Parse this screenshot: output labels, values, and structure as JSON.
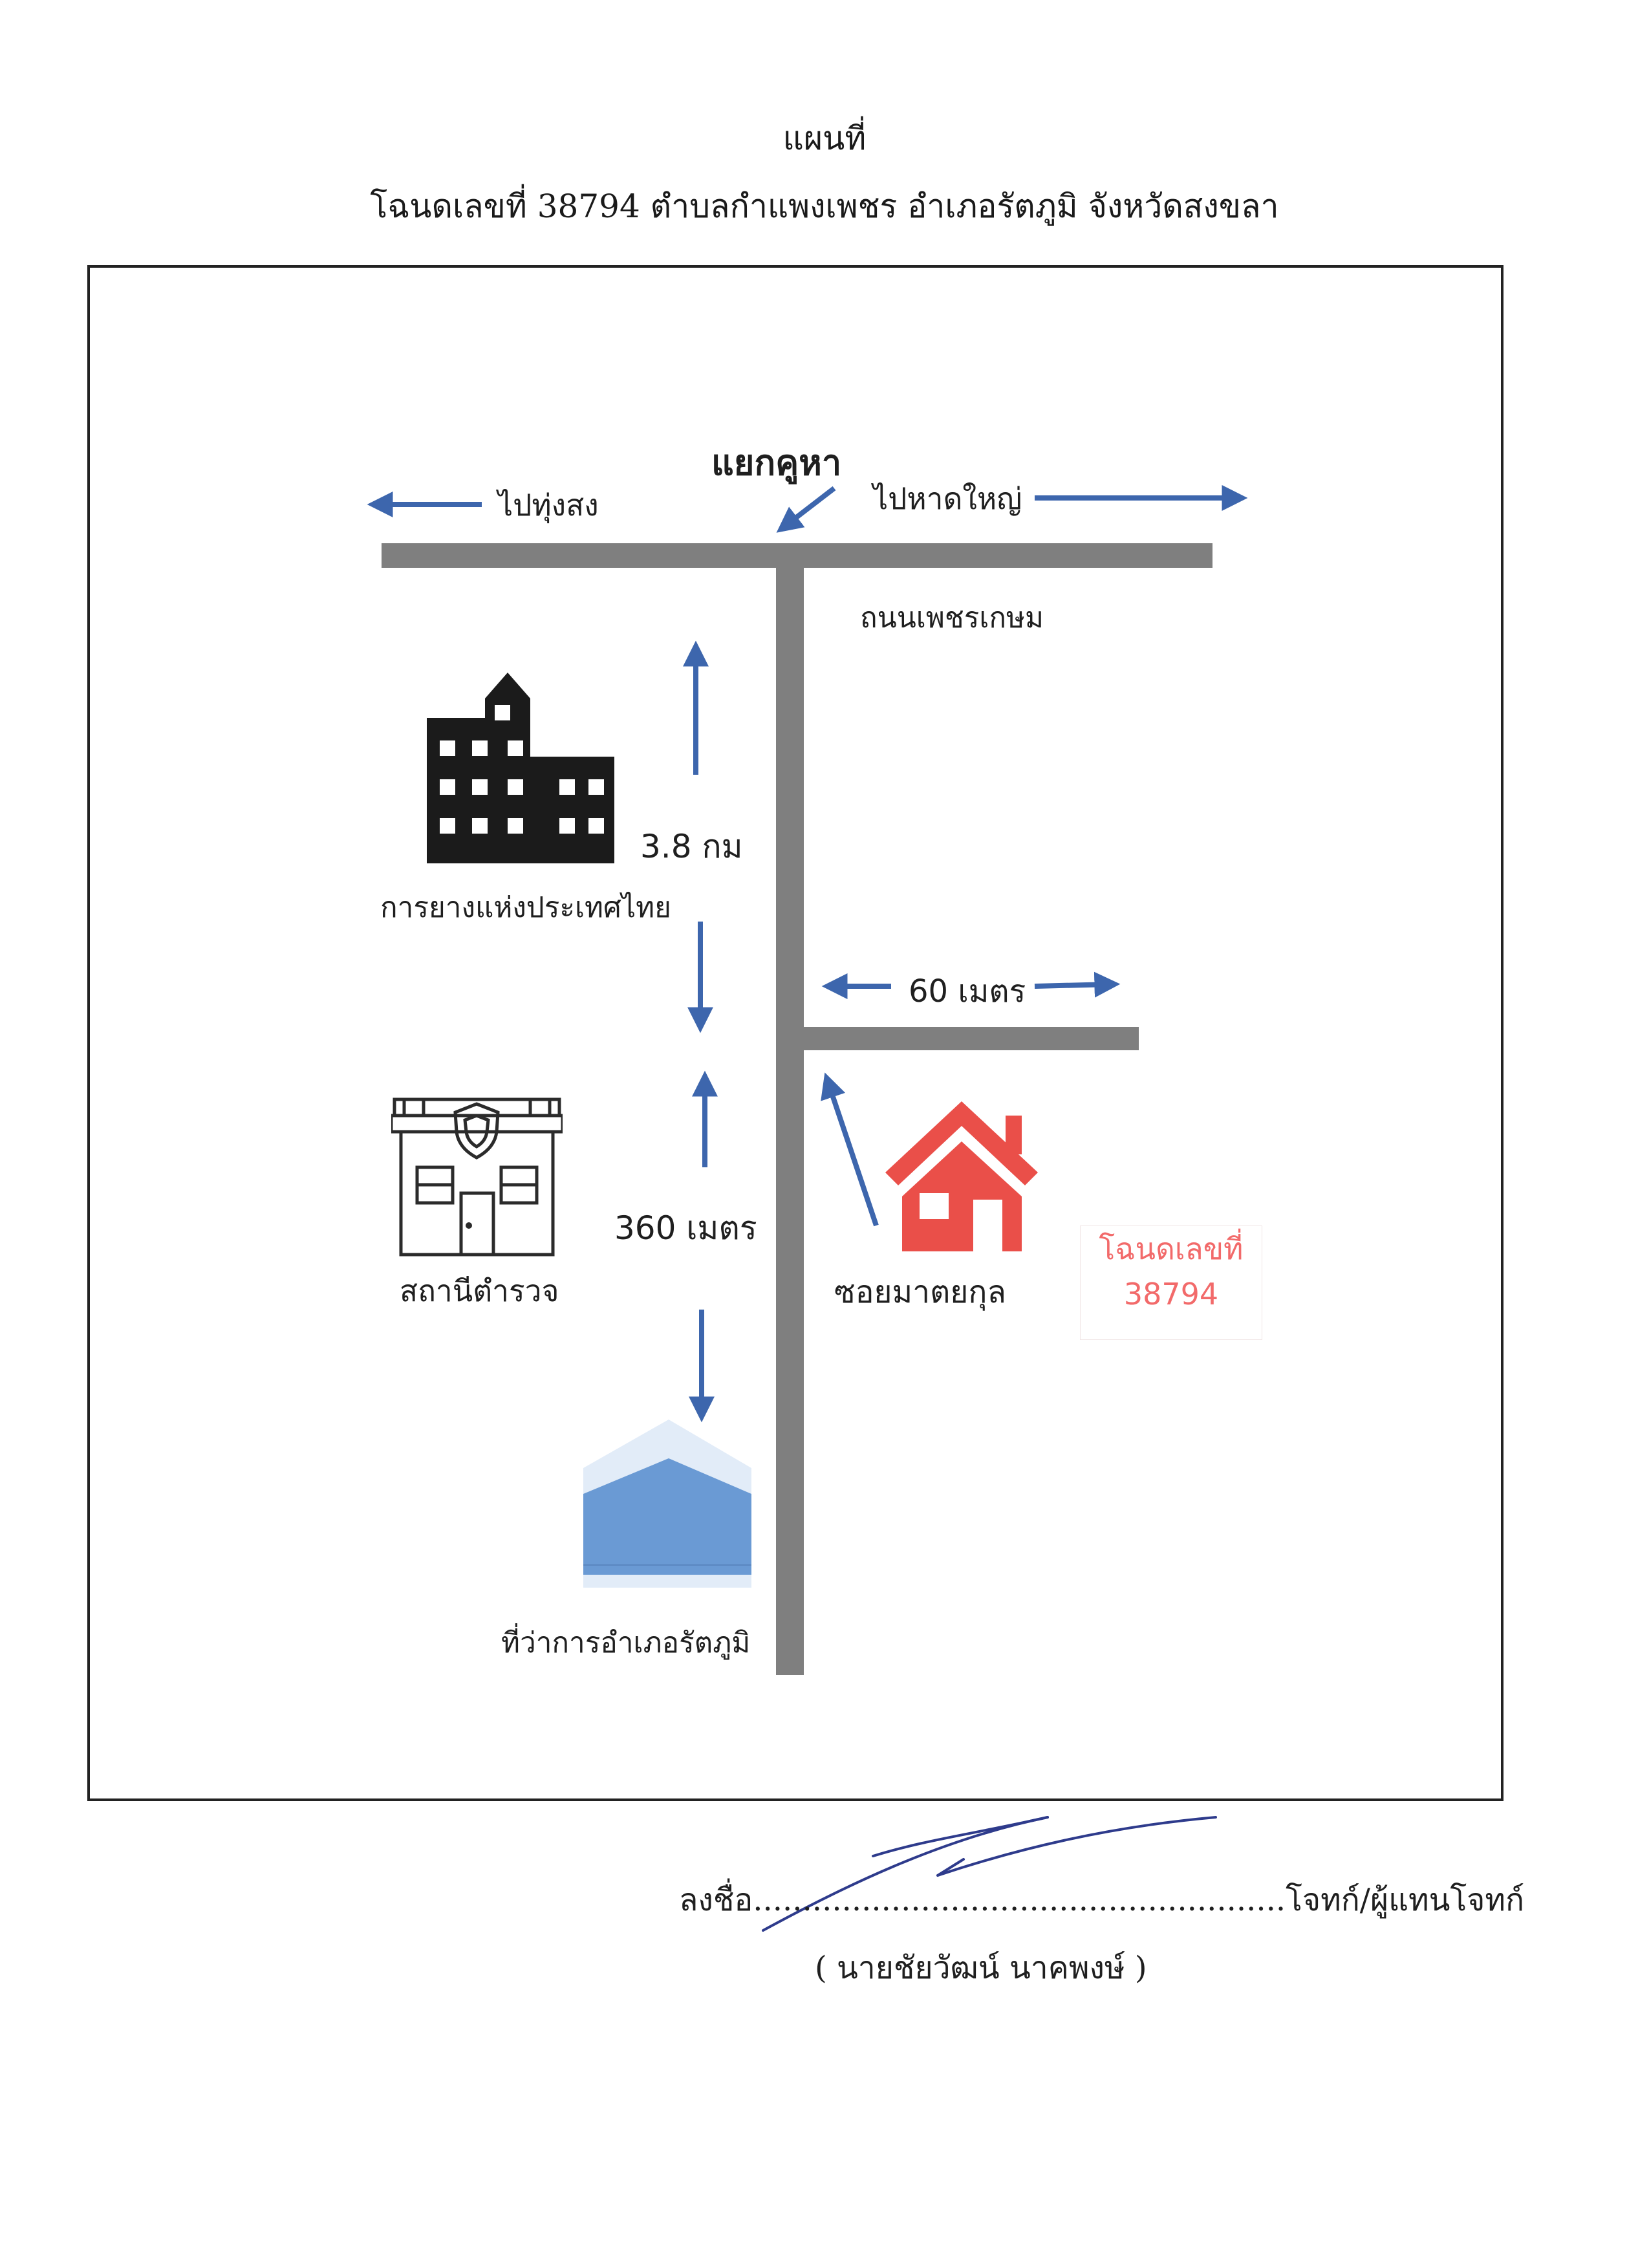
{
  "header": {
    "title": "แผนที่",
    "subtitle": "โฉนดเลขที่ 38794  ตำบลกำแพงเพชร  อำเภอรัตภูมิ  จังหวัดสงขลา"
  },
  "map": {
    "junction_label": "แยกคูหา",
    "left_direction": "ไปทุ่งสง",
    "right_direction": "ไปหาดใหญ่",
    "main_road_name": "ถนนเพชรเกษม",
    "rubber_authority_label": "การยางแห่งประเทศไทย",
    "distance_north": "3.8 กม",
    "side_road_length": "60 เมตร",
    "police_station_label": "สถานีตำรวจ",
    "distance_south": "360 เมตร",
    "soi_label": "ซอยมาตยกุล",
    "parcel_label_line1": "โฉนดเลขที่",
    "parcel_label_line2": "38794",
    "district_office_label": "ที่ว่าการอำเภอรัตภูมิ"
  },
  "signature": {
    "sign_line": "ลงชื่อ......................................................โจทก์/ผู้แทนโจทก์",
    "signer_name": "( นายชัยวัฒน์  นาคพงษ์ )"
  },
  "colors": {
    "road": "#7f7f7f",
    "arrow": "#3d66ad",
    "house": "#ea4f49",
    "parcel_text": "#f26a6a",
    "building": "#1b1b1b",
    "district_office": "#6a9ad4",
    "signature_ink": "#2e3b8c"
  }
}
